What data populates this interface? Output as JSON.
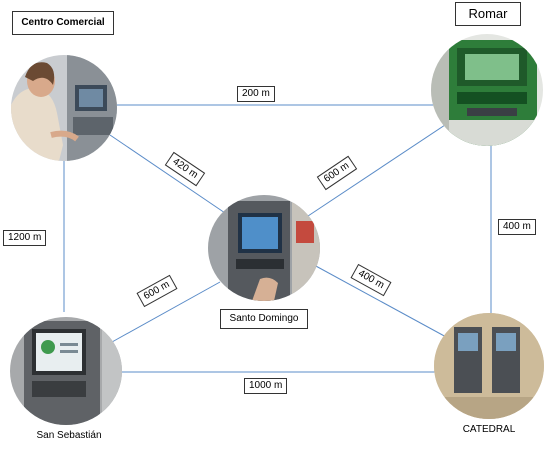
{
  "nodes": {
    "centro": {
      "label": "Centro Comercial"
    },
    "romar": {
      "label": "Romar"
    },
    "santo_domingo": {
      "label": "Santo Domingo"
    },
    "san_sebastian": {
      "label": "San Sebastián"
    },
    "catedral": {
      "label": "CATEDRAL"
    }
  },
  "edges": {
    "centro_romar": {
      "distance": "200 m"
    },
    "centro_santo_domingo": {
      "distance": "420 m"
    },
    "centro_san_sebastian": {
      "distance": "1200 m"
    },
    "romar_santo_domingo": {
      "distance": "600 m"
    },
    "romar_catedral": {
      "distance": "400 m"
    },
    "santo_domingo_san_sebastian": {
      "distance": "600 m"
    },
    "santo_domingo_catedral": {
      "distance": "400 m"
    },
    "san_sebastian_catedral": {
      "distance": "1000 m"
    }
  },
  "colors": {
    "edge": "#5b8cc8",
    "label_border": "#333333",
    "background": "#ffffff"
  }
}
